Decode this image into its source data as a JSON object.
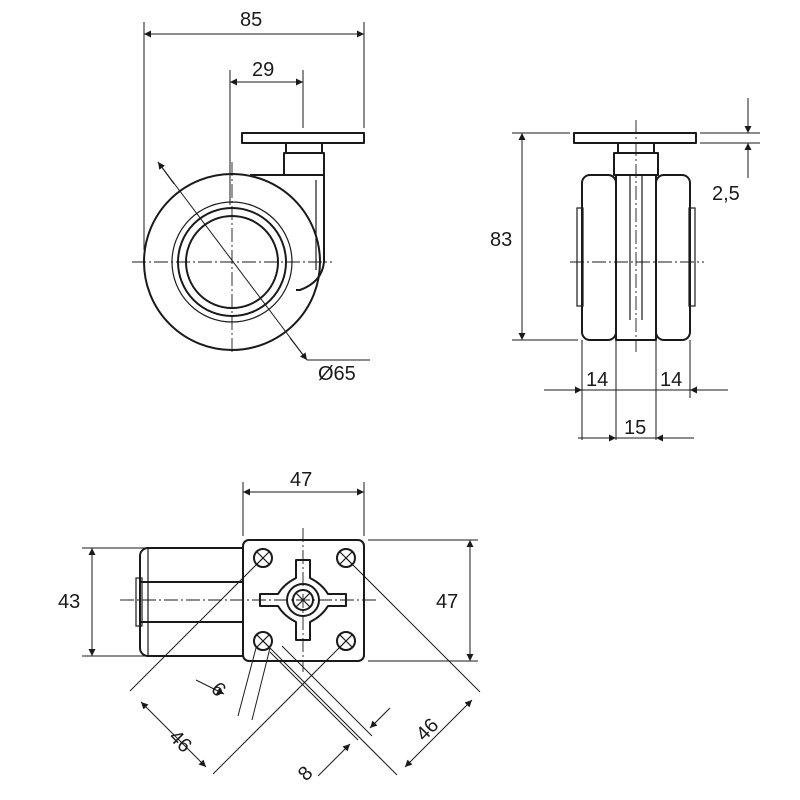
{
  "dimensions": {
    "overall_width": "85",
    "offset": "29",
    "wheel_diameter": "Ø65",
    "height": "83",
    "plate_thickness": "2,5",
    "wheel_width_left": "14",
    "wheel_width_right": "14",
    "wheel_gap": "15",
    "plate_width": "47",
    "body_height": "43",
    "plate_height": "47",
    "hole_diameter": "6",
    "hole_spacing_left": "46",
    "hole_spacing_right": "46",
    "slot_width": "8"
  }
}
